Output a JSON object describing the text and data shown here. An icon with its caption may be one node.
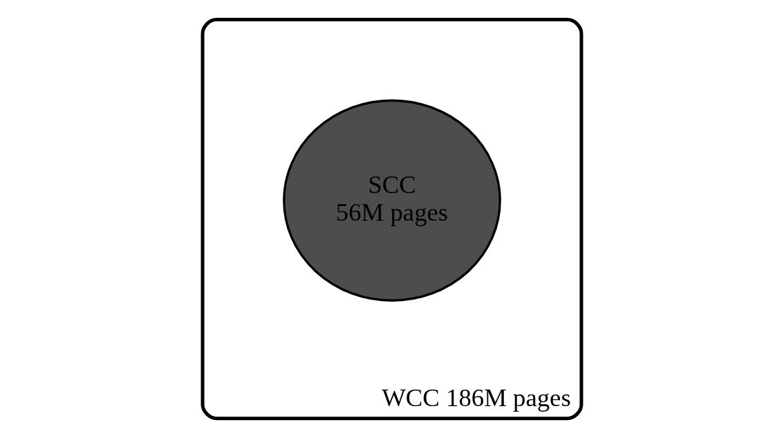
{
  "diagram": {
    "nodes": [
      {
        "text": [
          "WCC 186M pages"
        ]
      },
      {
        "text": [
          "SCC",
          "56M pages"
        ],
        "in": 0
      }
    ]
  }
}
